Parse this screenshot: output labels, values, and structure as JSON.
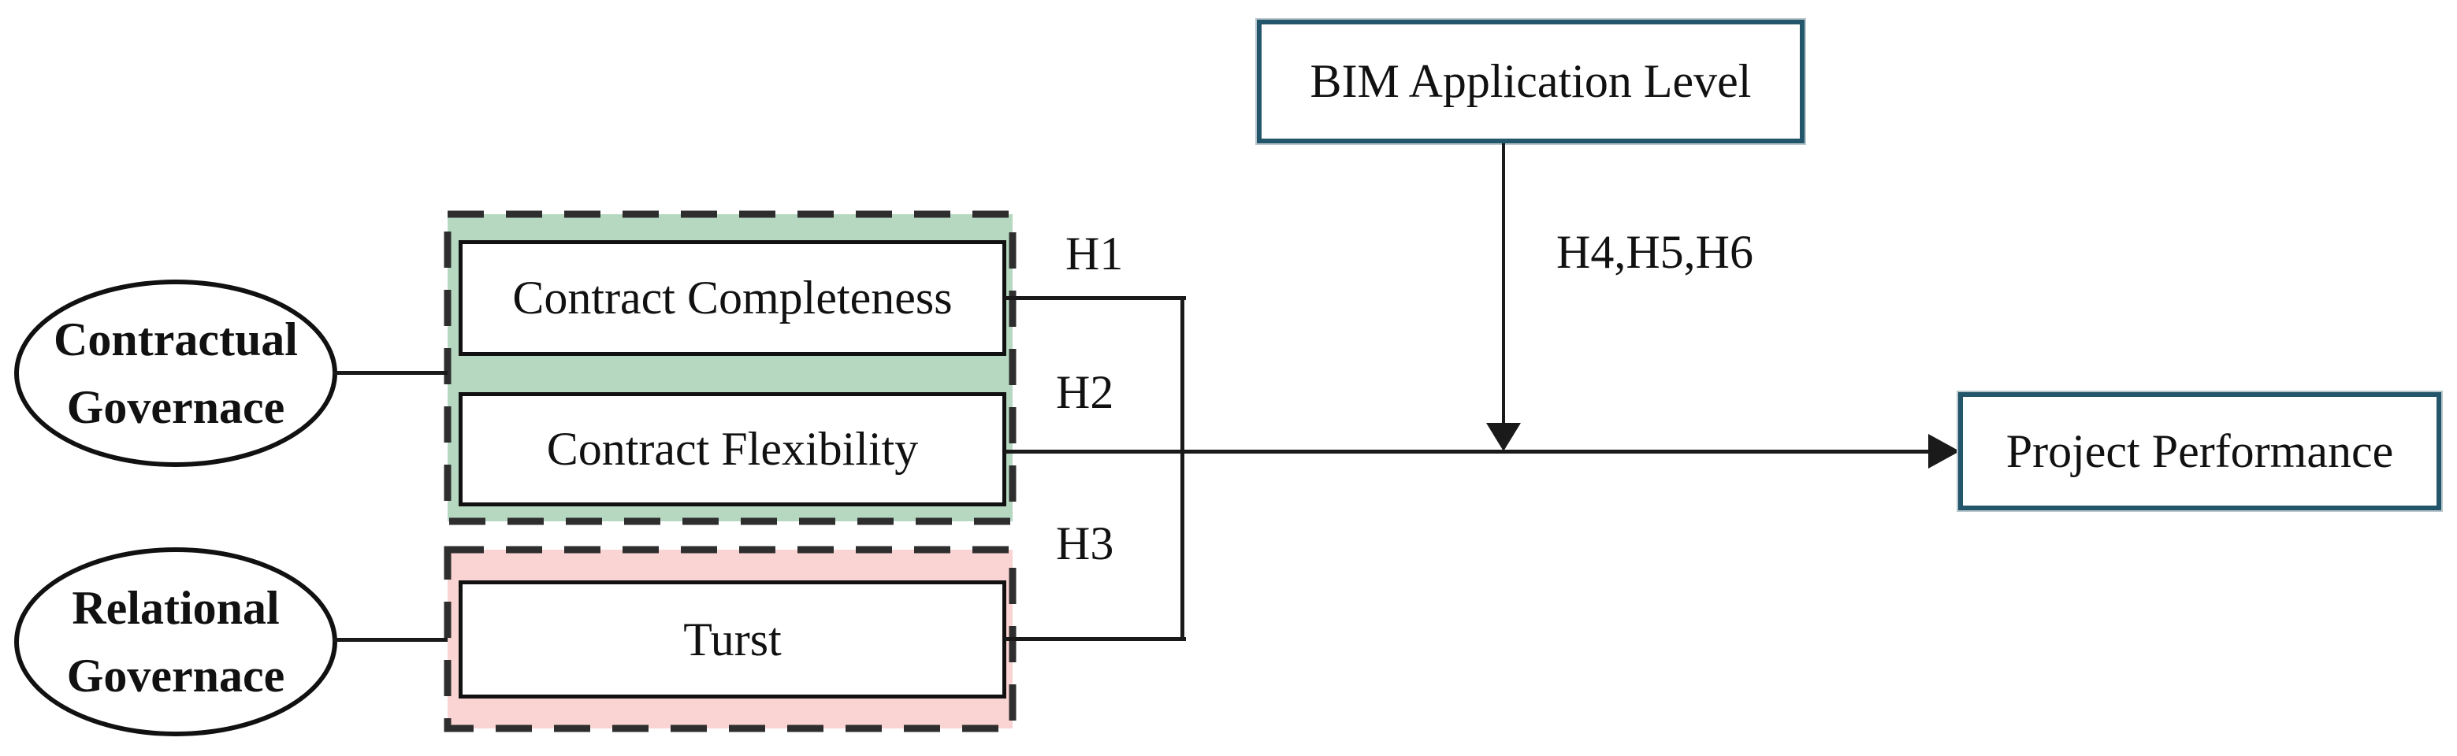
{
  "diagram": {
    "contractual_governance": {
      "line1": "Contractual",
      "line2": "Governace"
    },
    "relational_governance": {
      "line1": "Relational",
      "line2": "Governace"
    },
    "contract_completeness": "Contract Completeness",
    "contract_flexibility": "Contract Flexibility",
    "trust": "Turst",
    "bim_application_level": "BIM Application Level",
    "project_performance": "Project Performance",
    "hypotheses": {
      "h1": "H1",
      "h2": "H2",
      "h3": "H3",
      "h4_h5_h6": "H4,H5,H6"
    },
    "colors": {
      "contractual_group_fill": "#b6d8c1",
      "relational_group_fill": "#f9d4d2",
      "dashed_border": "#2e2e2e",
      "teal_border": "#24566b",
      "line": "#1a1a1a"
    }
  }
}
